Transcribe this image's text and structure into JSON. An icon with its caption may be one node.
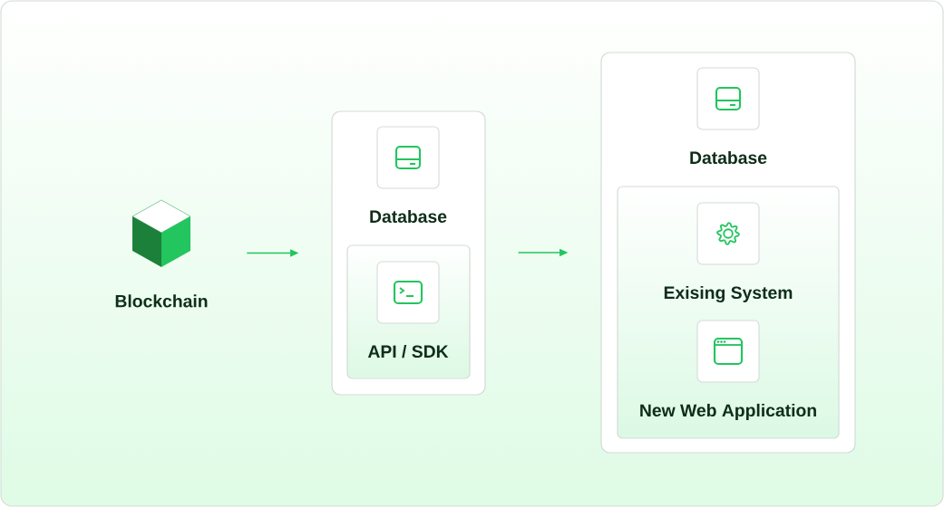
{
  "diagram": {
    "nodes": [
      {
        "text": [
          "Blockchain"
        ]
      },
      {
        "text": [],
        "shape": "box"
      },
      {
        "text": [
          "Database"
        ],
        "in": 1
      },
      {
        "text": [],
        "shape": "box",
        "in": 1
      },
      {
        "text": [
          "API / SDK"
        ],
        "in": 3
      },
      {
        "text": [],
        "shape": "box"
      },
      {
        "text": [
          "Database"
        ],
        "in": 5
      },
      {
        "text": [],
        "shape": "box",
        "in": 5
      },
      {
        "text": [
          "Exising System"
        ],
        "in": 7
      },
      {
        "text": [
          "New Web Application"
        ],
        "in": 7
      }
    ],
    "edges": [
      {
        "from": 0,
        "to": 1,
        "arrow": "to"
      },
      {
        "from": 1,
        "to": 5,
        "arrow": "to"
      }
    ]
  }
}
